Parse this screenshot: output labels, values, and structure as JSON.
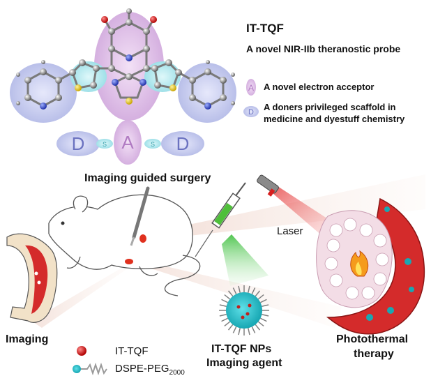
{
  "header": {
    "title": "IT-TQF",
    "subtitle": "A novel NIR-IIb theranostic probe"
  },
  "legend": {
    "acceptor_symbol": "A",
    "acceptor_text": "A novel electron acceptor",
    "donor_symbol": "D",
    "donor_text_line1": "A doners privileged scaffold in",
    "donor_text_line2": "medicine and dyestuff chemistry"
  },
  "scheme": {
    "left_donor": "D",
    "acceptor": "A",
    "right_donor": "D",
    "linker": "S"
  },
  "labels": {
    "imaging_guided_surgery": "Imaging guided surgery",
    "laser": "Laser",
    "imaging": "Imaging",
    "photothermal_line1": "Photothermal",
    "photothermal_line2": "therapy",
    "nps_line1": "IT-TQF NPs",
    "nps_line2": "Imaging agent",
    "key_itqf": "IT-TQF",
    "key_dspe": "DSPE-PEG",
    "key_dspe_sub": "2000"
  },
  "colors": {
    "donor_blue": "#c9cdf0",
    "acceptor_pink": "#e2c3ea",
    "thiophene_cyan": "#aeeaf0",
    "tumor_red": "#d42b2b",
    "nir_green": "#53c653"
  }
}
